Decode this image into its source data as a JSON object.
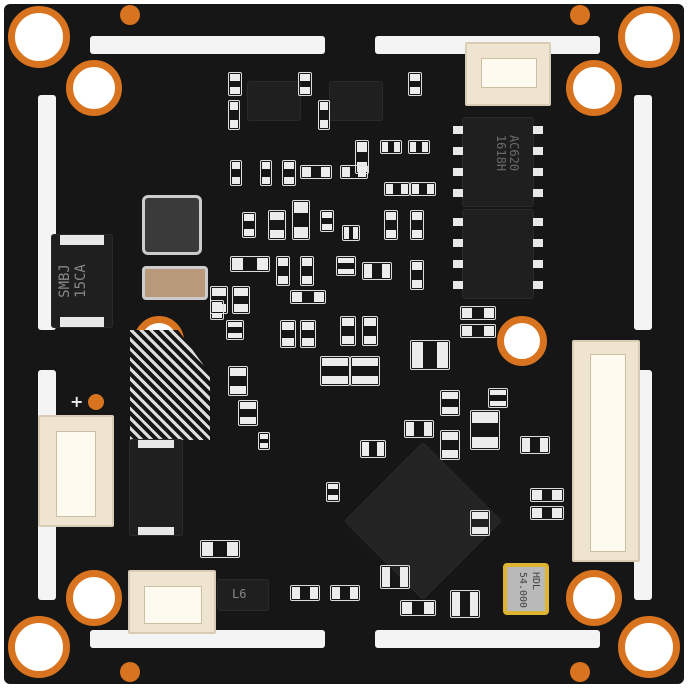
{
  "board": {
    "diode_marking": "SMBJ\n15CA",
    "chip_top_marking": "AC620\n1618H",
    "chip_bottom_marking": "",
    "crystal_marking": "HDL\n54.000",
    "transistor_marking": "L6",
    "polarity_label": "+",
    "colors": {
      "board": "#161616",
      "copper": "#d8731f",
      "connector": "#efe4cf",
      "silkscreen": "#eeeeee"
    }
  }
}
